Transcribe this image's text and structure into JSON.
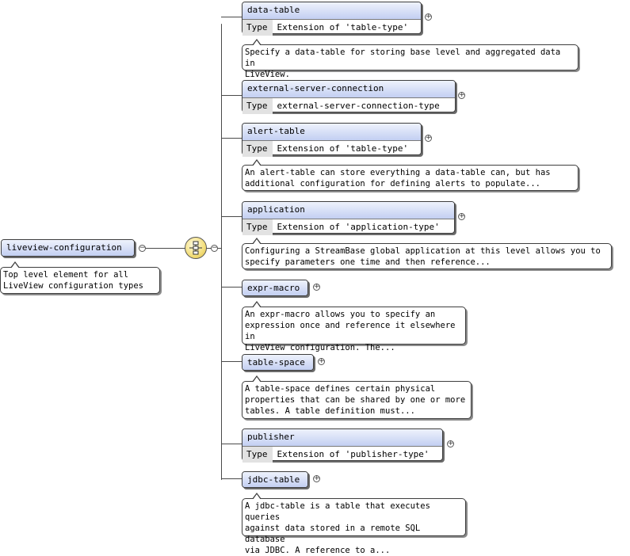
{
  "root": {
    "name": "liveview-configuration",
    "doc": "Top level element for all\nLiveView configuration types"
  },
  "type_label": "Type",
  "children": [
    {
      "name": "data-table",
      "type": "Extension of 'table-type'",
      "doc": "Specify a data-table for storing base level and aggregated data in\nLiveView."
    },
    {
      "name": "external-server-connection",
      "type": "external-server-connection-type"
    },
    {
      "name": "alert-table",
      "type": "Extension of 'table-type'",
      "doc": "An alert-table can store everything a data-table can, but has\nadditional configuration for defining alerts to populate..."
    },
    {
      "name": "application",
      "type": "Extension of 'application-type'",
      "doc": "Configuring a StreamBase global application at this level allows you to\nspecify parameters one time and then reference..."
    },
    {
      "name": "expr-macro",
      "doc": "An expr-macro allows you to specify an\nexpression once and reference it elsewhere in\nLiveView configuration. The..."
    },
    {
      "name": "table-space",
      "doc": "A table-space defines certain physical\nproperties that can be shared by one or more\ntables. A table definition must..."
    },
    {
      "name": "publisher",
      "type": "Extension of 'publisher-type'"
    },
    {
      "name": "jdbc-table",
      "doc": "A jdbc-table is a table that executes queries\nagainst data stored in a remote SQL database\nvia JDBC. A reference to a..."
    }
  ],
  "icons": {
    "collapse": "minus-circle-icon",
    "expand": "plus-circle-icon",
    "sequence": "sequence-compositor-icon"
  }
}
